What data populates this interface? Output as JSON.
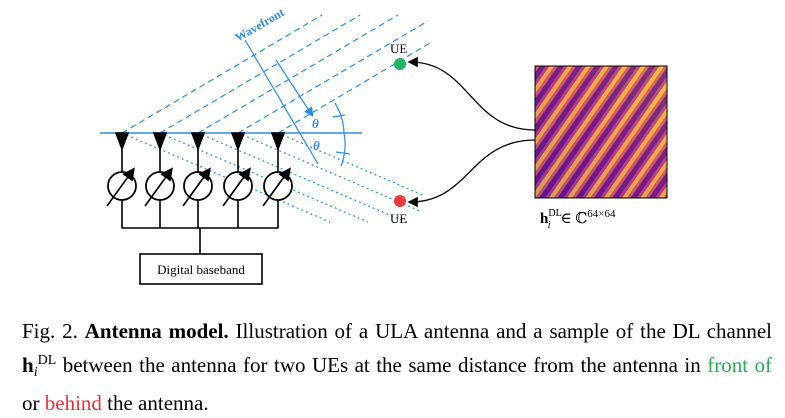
{
  "diagram": {
    "wavefront_label": "Wavefront",
    "theta_label": "θ",
    "ue_top_label": "UE",
    "ue_bottom_label": "UE",
    "baseband_label": "Digital baseband",
    "channel_symbol": "h",
    "channel_sup": "DL",
    "channel_sub": "i",
    "channel_space": "∈ ℂ",
    "channel_dim": "64×64",
    "colors": {
      "wave_blue": "#2a8fe0",
      "ue_front": "#1fb56a",
      "ue_behind": "#ee3b3b"
    }
  },
  "caption": {
    "fig_label": "Fig. 2.",
    "title": "Antenna model.",
    "text1": "Illustration of a ULA antenna and a sample of the DL channel",
    "math_symbol": "h",
    "math_sub": "i",
    "math_sup": "DL",
    "text2": "between the antenna for two UEs at the same distance from the antenna in",
    "front": "front of",
    "or": "or",
    "behind": "behind",
    "text3": "the antenna."
  }
}
